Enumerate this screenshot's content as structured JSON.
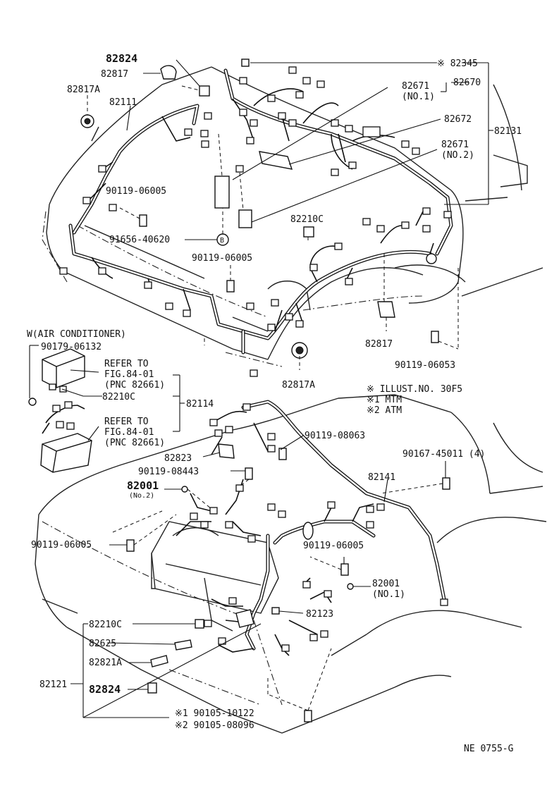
{
  "figure_code": "NE 0755-G",
  "notes": {
    "line1": "※  ILLUST.NO. 30F5",
    "line2": "※1 MTM",
    "line3": "※2 ATM"
  },
  "group_label": "W(AIR CONDITIONER)",
  "labels": {
    "p82824_top": "82824",
    "p82817_top": "82817",
    "p82817A_top": "82817A",
    "p82111": "82111",
    "p82345": "※ 82345",
    "p82671_no1": "82671",
    "p82671_no1_sub": "(NO.1)",
    "p82670": "82670",
    "p82672": "82672",
    "p82671_no2": "82671",
    "p82671_no2_sub": "(NO.2)",
    "p82131": "82131",
    "p90119_06005_a": "90119-06005",
    "p91656": "91656-40620",
    "p82210C_top": "82210C",
    "p90119_06005_b": "90119-06005",
    "p82817_mid": "82817",
    "p90119_06053": "90119-06053",
    "p82817A_mid": "82817A",
    "p90179": "90179-06132",
    "refer1_a": "REFER TO",
    "refer1_b": "FIG.84-01",
    "refer1_c": "(PNC 82661)",
    "p82210C_ac": "82210C",
    "p82114": "82114",
    "refer2_a": "REFER TO",
    "refer2_b": "FIG.84-01",
    "refer2_c": "(PNC 82661)",
    "p90119_08063": "90119-08063",
    "p90167": "90167-45011 (4)",
    "p82823": "82823",
    "p90119_08443": "90119-08443",
    "p82001_no2": "82001",
    "p82001_no2_sub": "(No.2)",
    "p82141": "82141",
    "p90119_06005_c": "90119-06005",
    "p90119_06005_d": "90119-06005",
    "p82001_no1": "82001",
    "p82001_no1_sub": "(NO.1)",
    "p82123": "82123",
    "p82210C_bot": "82210C",
    "p82625": "82625",
    "p82821A": "82821A",
    "p82121": "82121",
    "p82824_bot": "82824",
    "p90105_10122": "※1 90105-10122",
    "p90105_08096": "※2 90105-08096"
  },
  "callout_B": "B"
}
